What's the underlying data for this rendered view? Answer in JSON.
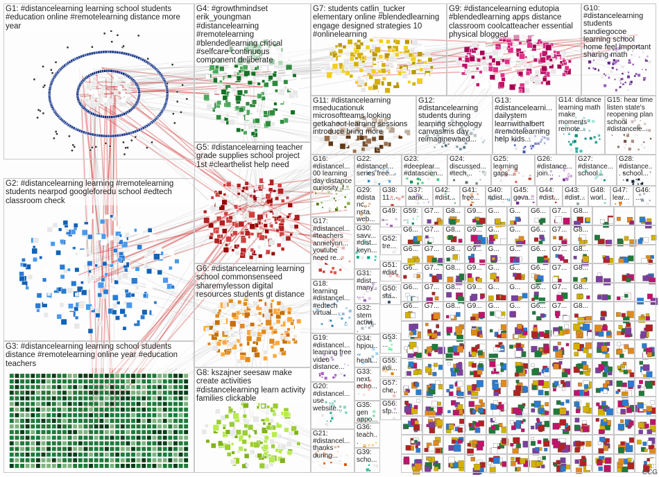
{
  "groups": [
    {
      "id": "G1",
      "label": "G1: #distancelearning learning school students #education online #remotelearning distance more year",
      "color": "#1e3a8a",
      "layout": "ring"
    },
    {
      "id": "G2",
      "label": "G2: #distancelearning learning #remotelearning students nearpod googleforedu school #edtech classroom check",
      "color": "#2b7bd0",
      "layout": "cloud"
    },
    {
      "id": "G3",
      "label": "G3: #distancelearning learning school students distance #remotelearning online year #education teachers",
      "color": "#1f7a3a",
      "layout": "grid"
    },
    {
      "id": "G4",
      "label": "G4: #growthmindset erik_youngman #distancelearning #remotelearning #blendedlearning critical #selfcare continuous component deliberate",
      "color": "#2e8b3e",
      "layout": "cloud"
    },
    {
      "id": "G5",
      "label": "G5: #distancelearning teacher grade supplies school project 1st #clearthelist help need",
      "color": "#b22222",
      "layout": "cloud"
    },
    {
      "id": "G6",
      "label": "G6: #distancelearning learning school commonsenseed sharemylesson digital resources students gt distance",
      "color": "#e08a1e",
      "layout": "cloud"
    },
    {
      "id": "G7",
      "label": "G7: students catlin_tucker elementary online #blendedlearning engage designed strategies 10 #onlinelearning",
      "color": "#d4b000",
      "layout": "cloud"
    },
    {
      "id": "G8",
      "label": "G8: kszajner seesaw make create activities #distancelearning learn activity families clickable",
      "color": "#9acd32",
      "layout": "cloud"
    },
    {
      "id": "G9",
      "label": "G9: #distancelearning edutopia #blendedlearning apps distance classroom coolcatteacher essential physical blogged",
      "color": "#c0136a",
      "layout": "cloud"
    },
    {
      "id": "G10",
      "label": "G10: #distancelearning students sandiegocoe learning school home feel important sharing math",
      "color": "#7b3f9e",
      "layout": "cloud"
    },
    {
      "id": "G11",
      "label": "G11: #distancelearning mseducationuk microsoftteams looking getkahoot learning sessions introduce bring more",
      "color": "#7a5230",
      "layout": "cloud"
    },
    {
      "id": "G12",
      "label": "G12: #distancelearning students during learning schoology canvaslms day reimaginewaed...",
      "color": "#607d8b",
      "layout": "cloud"
    },
    {
      "id": "G13",
      "label": "G13: #distancelearni... dailystem learnwithalbert #remotelearning help kids...",
      "color": "#5c6bc0",
      "layout": "cloud"
    },
    {
      "id": "G14",
      "label": "G14: distance learning math make moments remote...",
      "color": "#26a69a",
      "layout": "cloud"
    },
    {
      "id": "G15",
      "label": "G15: hear time listen state's reopening plan school #distancele...",
      "color": "#8d6e63",
      "layout": "cloud"
    },
    {
      "id": "G16",
      "label": "G16: #distancel... 00 learning day distance curiosity_f...",
      "color": "#6d8f2a",
      "layout": "cloud"
    },
    {
      "id": "G17",
      "label": "G17: #distancel... #teachers annielynn... youtube need re...",
      "color": "#c0392b",
      "layout": "cloud"
    },
    {
      "id": "G18",
      "label": "G18: learning #distancel... #edtech virtual...",
      "color": "#2c7fb8",
      "layout": "cloud"
    },
    {
      "id": "G19",
      "label": "G19: #distancel... learning free video distance...",
      "color": "#8e44ad",
      "layout": "cloud"
    },
    {
      "id": "G20",
      "label": "G20: #distancel... use website...",
      "color": "#16a085",
      "layout": "cloud"
    },
    {
      "id": "G21",
      "label": "G21: #distancel... thanks during...",
      "color": "#d35400",
      "layout": "cloud"
    },
    {
      "id": "G22",
      "label": "G22: #distancel... series free...",
      "color": "#2980b9",
      "layout": "cloud"
    },
    {
      "id": "G23",
      "label": "G23: #deeplear... #datascien...",
      "color": "#27ae60",
      "layout": "cloud"
    },
    {
      "id": "G24",
      "label": "G24: discussed... #tech...",
      "color": "#7f8c8d",
      "layout": "cloud"
    },
    {
      "id": "G25",
      "label": "G25: learning gaps...",
      "color": "#c0392b",
      "layout": "cloud"
    },
    {
      "id": "G26",
      "label": "G26: #distance... join...",
      "color": "#8e44ad",
      "layout": "cloud"
    },
    {
      "id": "G27",
      "label": "G27: #distance... school...",
      "color": "#16a085",
      "layout": "cloud"
    },
    {
      "id": "G28",
      "label": "G28: #distance... school...",
      "color": "#2c3e50",
      "layout": "cloud"
    },
    {
      "id": "G29",
      "label": "G29: #distanc... nsta web...",
      "color": "#e67e22",
      "layout": "cloud"
    },
    {
      "id": "G30",
      "label": "G30: savv... #dist... keyn...",
      "color": "#1abc9c",
      "layout": "cloud"
    },
    {
      "id": "G31",
      "label": "G31: #dist... many...",
      "color": "#9b59b6",
      "layout": "cloud"
    },
    {
      "id": "G32",
      "label": "G32: stem activi...",
      "color": "#34495e",
      "layout": "cloud"
    },
    {
      "id": "G33",
      "label": "G33: next echo...",
      "color": "#e74c3c",
      "layout": "cloud"
    },
    {
      "id": "G34",
      "label": "G34: hpjou... healt...",
      "color": "#3498db",
      "layout": "cloud"
    },
    {
      "id": "G35",
      "label": "G35: gen appo...",
      "color": "#2ecc71",
      "layout": "cloud"
    },
    {
      "id": "G36",
      "label": "G36: teach...",
      "color": "#f39c12",
      "layout": "cloud"
    },
    {
      "id": "G37",
      "label": "G37: aarik...",
      "color": "#8e44ad",
      "layout": "cloud"
    },
    {
      "id": "G38",
      "label": "G38: 11...",
      "color": "#c0392b",
      "layout": "cloud"
    },
    {
      "id": "G39",
      "label": "G39: scho...",
      "color": "#16a085",
      "layout": "cloud"
    },
    {
      "id": "G40",
      "label": "G40: #dist...",
      "color": "#2980b9",
      "layout": "cloud"
    },
    {
      "id": "G41",
      "label": "G41: free...",
      "color": "#d35400",
      "layout": "cloud"
    },
    {
      "id": "G42",
      "label": "G42: #dist...",
      "color": "#27ae60",
      "layout": "cloud"
    },
    {
      "id": "G43",
      "label": "G43: #dist...",
      "color": "#7f8c8d",
      "layout": "cloud"
    },
    {
      "id": "G44",
      "label": "G44: #dist...",
      "color": "#c0392b",
      "layout": "cloud"
    },
    {
      "id": "G45",
      "label": "G45: gova...",
      "color": "#8e44ad",
      "layout": "cloud"
    },
    {
      "id": "G46",
      "label": "G46: ...",
      "color": "#2c3e50",
      "layout": "cloud"
    },
    {
      "id": "G47",
      "label": "G47: lear...",
      "color": "#e67e22",
      "layout": "cloud"
    },
    {
      "id": "G48",
      "label": "G48: worl...",
      "color": "#1abc9c",
      "layout": "cloud"
    },
    {
      "id": "G49",
      "label": "G49: ...",
      "color": "#9b59b6",
      "layout": "cloud"
    },
    {
      "id": "G50",
      "label": "G50: sta...",
      "color": "#34495e",
      "layout": "cloud"
    },
    {
      "id": "G51",
      "label": "G51: #dist...",
      "color": "#e74c3c",
      "layout": "cloud"
    },
    {
      "id": "G52",
      "label": "G52: tre...",
      "color": "#3498db",
      "layout": "cloud"
    },
    {
      "id": "G53",
      "label": "G53: ...",
      "color": "#2ecc71",
      "layout": "cloud"
    },
    {
      "id": "G55",
      "label": "G55: #di...",
      "color": "#f39c12",
      "layout": "cloud"
    },
    {
      "id": "G56",
      "label": "G56: sfp...",
      "color": "#8e44ad",
      "layout": "cloud"
    },
    {
      "id": "G57",
      "label": "G57: che...",
      "color": "#c0392b",
      "layout": "cloud"
    },
    {
      "id": "G59",
      "label": "G59: ...",
      "color": "#16a085",
      "layout": "cloud"
    },
    {
      "id": "G6x",
      "label": "G6...",
      "color": "#2980b9",
      "layout": "cloud"
    },
    {
      "id": "G7x",
      "label": "G7...",
      "color": "#d35400",
      "layout": "cloud"
    },
    {
      "id": "G8x",
      "label": "G8...",
      "color": "#27ae60",
      "layout": "cloud"
    },
    {
      "id": "G9x",
      "label": "G9...",
      "color": "#7f8c8d",
      "layout": "cloud"
    },
    {
      "id": "Gx",
      "label": "G...",
      "color": "#8e44ad",
      "layout": "cloud"
    },
    {
      "id": "Gxx",
      "label": "G...",
      "color": "#2c3e50",
      "layout": "cloud"
    }
  ],
  "footer_label": "CCG"
}
